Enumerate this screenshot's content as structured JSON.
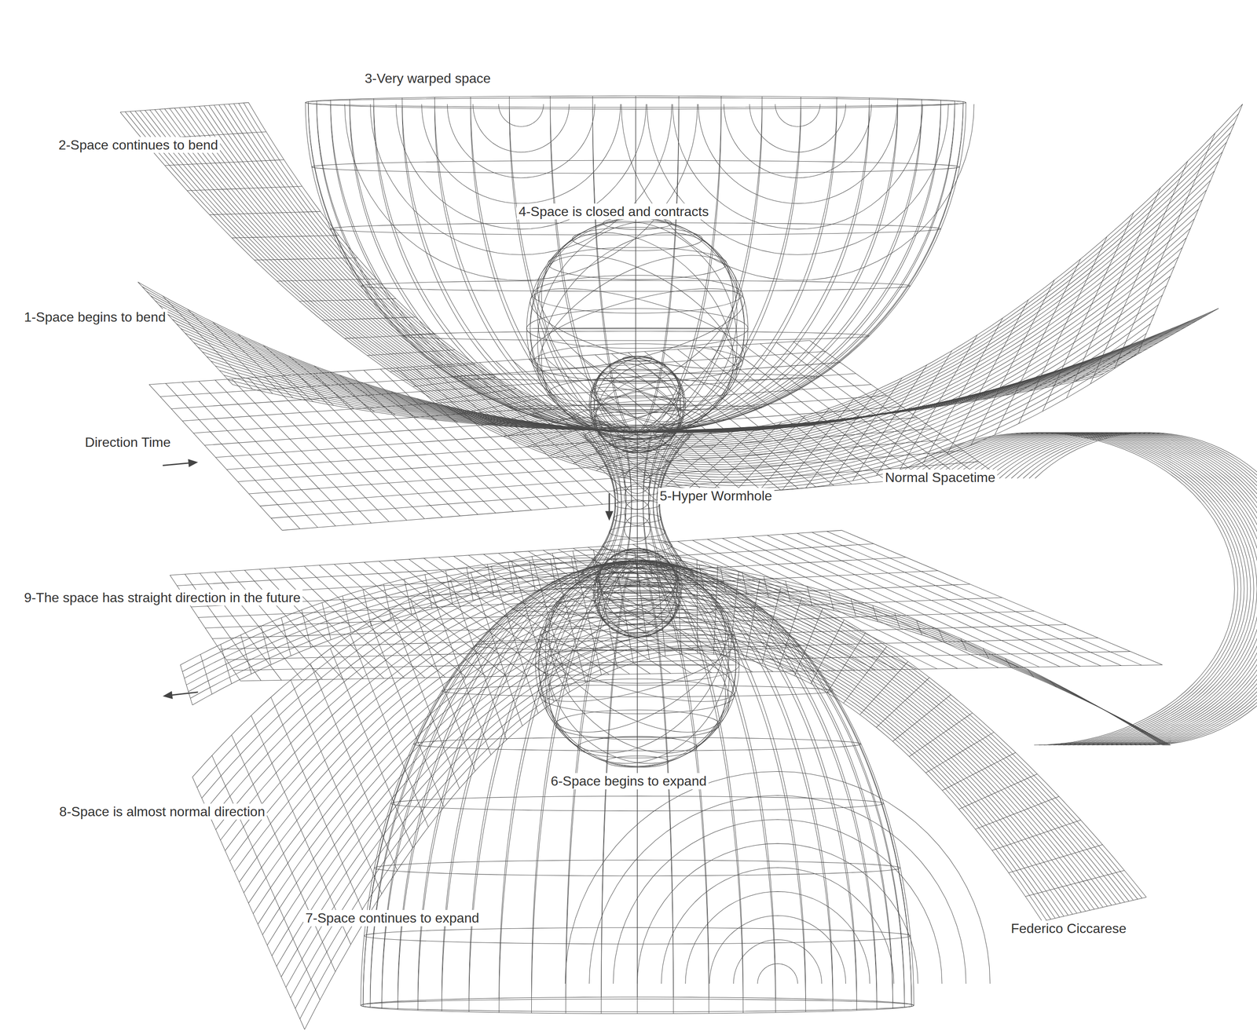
{
  "diagram": {
    "labels": [
      "3-Very warped space",
      "2-Space continues to bend",
      "4-Space is closed and contracts",
      "1-Space begins to bend",
      "Direction Time",
      "Normal Spacetime",
      "5-Hyper Wormhole",
      "9-The space has straight direction in the future",
      "6-Space begins to expand",
      "8-Space is almost normal direction",
      "7-Space continues to expand",
      "Federico Ciccarese"
    ]
  }
}
